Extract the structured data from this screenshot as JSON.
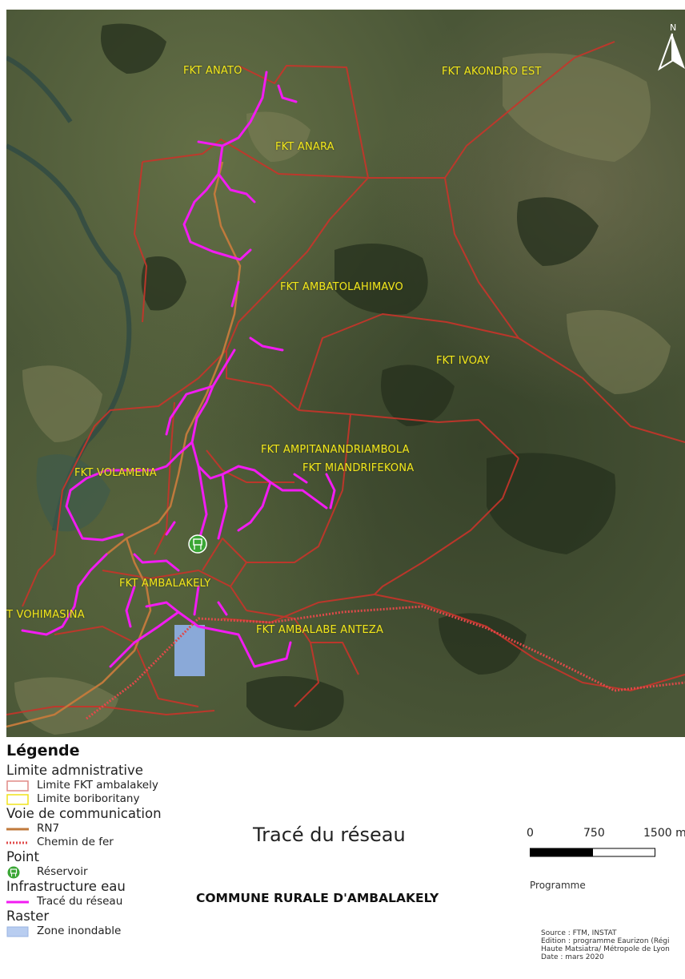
{
  "map": {
    "north_label": "N",
    "fkt_labels": [
      {
        "id": "anato",
        "text": "FKT ANATO"
      },
      {
        "id": "akondro",
        "text": "FKT AKONDRO EST"
      },
      {
        "id": "anara",
        "text": "FKT ANARA"
      },
      {
        "id": "ambatolahimavo",
        "text": "FKT AMBATOLAHIMAVO"
      },
      {
        "id": "ivoay",
        "text": "FKT IVOAY"
      },
      {
        "id": "ampitanandriambola",
        "text": "FKT AMPITANANDRIAMBOLA"
      },
      {
        "id": "miandrifekona",
        "text": "FKT MIANDRIFEKONA"
      },
      {
        "id": "volamena",
        "text": "FKT VOLAMENA"
      },
      {
        "id": "ambalakely",
        "text": "FKT AMBALAKELY"
      },
      {
        "id": "vohimasina",
        "text": "T VOHIMASINA"
      },
      {
        "id": "ambalabe",
        "text": "FKT AMBALABE ANTEZA"
      }
    ]
  },
  "legend": {
    "title": "Légende",
    "groups": [
      {
        "label": "Limite admnistrative",
        "items": [
          {
            "label": "Limite FKT ambalakely",
            "symbol": "rect-red"
          },
          {
            "label": "Limite boriboritany",
            "symbol": "rect-yellow"
          }
        ]
      },
      {
        "label": "Voie de communication",
        "items": [
          {
            "label": "RN7",
            "symbol": "line-brown"
          },
          {
            "label": "Chemin de fer",
            "symbol": "rail"
          }
        ]
      },
      {
        "label": "Point",
        "items": [
          {
            "label": "Réservoir",
            "symbol": "reservoir-icon"
          }
        ]
      },
      {
        "label": "Infrastructure eau",
        "items": [
          {
            "label": "Tracé du réseau",
            "symbol": "line-magenta"
          }
        ]
      },
      {
        "label": "Raster",
        "items": [
          {
            "label": "Zone inondable",
            "symbol": "rect-blue"
          }
        ]
      }
    ]
  },
  "title": "Tracé du réseau",
  "commune": "COMMUNE RURALE D'AMBALAKELY",
  "scale": {
    "labels": [
      "0",
      "750",
      "1500 m"
    ]
  },
  "programme": "Programme",
  "source_lines": [
    "Source : FTM, INSTAT",
    "Edition : programme Eaurizon (Régi",
    "Haute Matsiatra/ Métropole de Lyon",
    "Date : mars 2020"
  ],
  "colors": {
    "boundary": "#c8342a",
    "network": "#f21cf2",
    "rn7": "#c07a3c",
    "flood": "#8fb0e6",
    "reservoir": "#3aa635",
    "label": "#f1e71c"
  }
}
